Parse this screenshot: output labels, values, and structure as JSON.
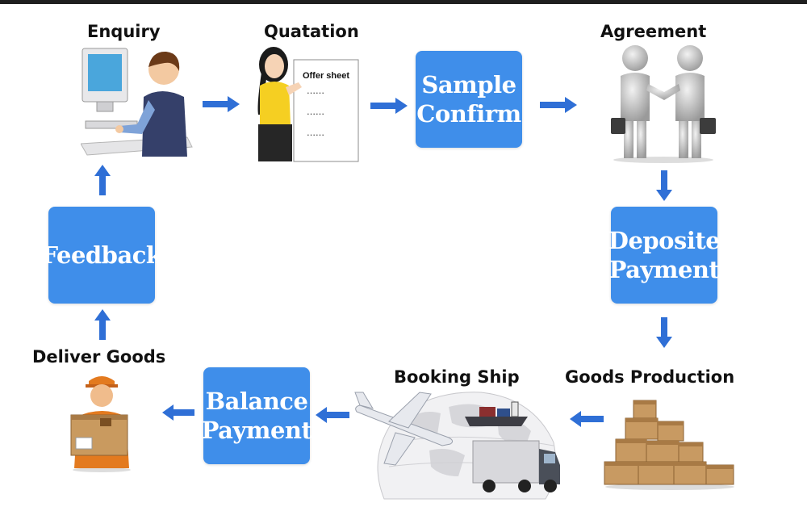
{
  "steps": {
    "enquiry": "Enquiry",
    "quatation": "Quatation",
    "offer_sheet": "Offer sheet",
    "offer_dots": "……",
    "sample_confirm": [
      "Sample",
      "Confirm"
    ],
    "agreement": "Agreement",
    "deposite_payment": [
      "Deposite",
      "Payment"
    ],
    "goods_production": "Goods Production",
    "booking_ship": "Booking Ship",
    "balance_payment": [
      "Balance",
      "Payment"
    ],
    "deliver_goods": "Deliver Goods",
    "feedback": "Feedback"
  },
  "colors": {
    "box_blue": "#3f8eea",
    "arrow_blue": "#2f6fd6",
    "label_text": "#111111",
    "box_text": "#ffffff"
  },
  "icons": {
    "arrow": "blue-arrow-icon",
    "enquiry": "person-at-computer-icon",
    "quatation": "woman-with-offer-sheet-icon",
    "agreement": "handshake-icon",
    "goods_production": "stacked-boxes-icon",
    "booking_ship": "plane-ship-truck-icon",
    "deliver_goods": "delivery-man-icon"
  }
}
